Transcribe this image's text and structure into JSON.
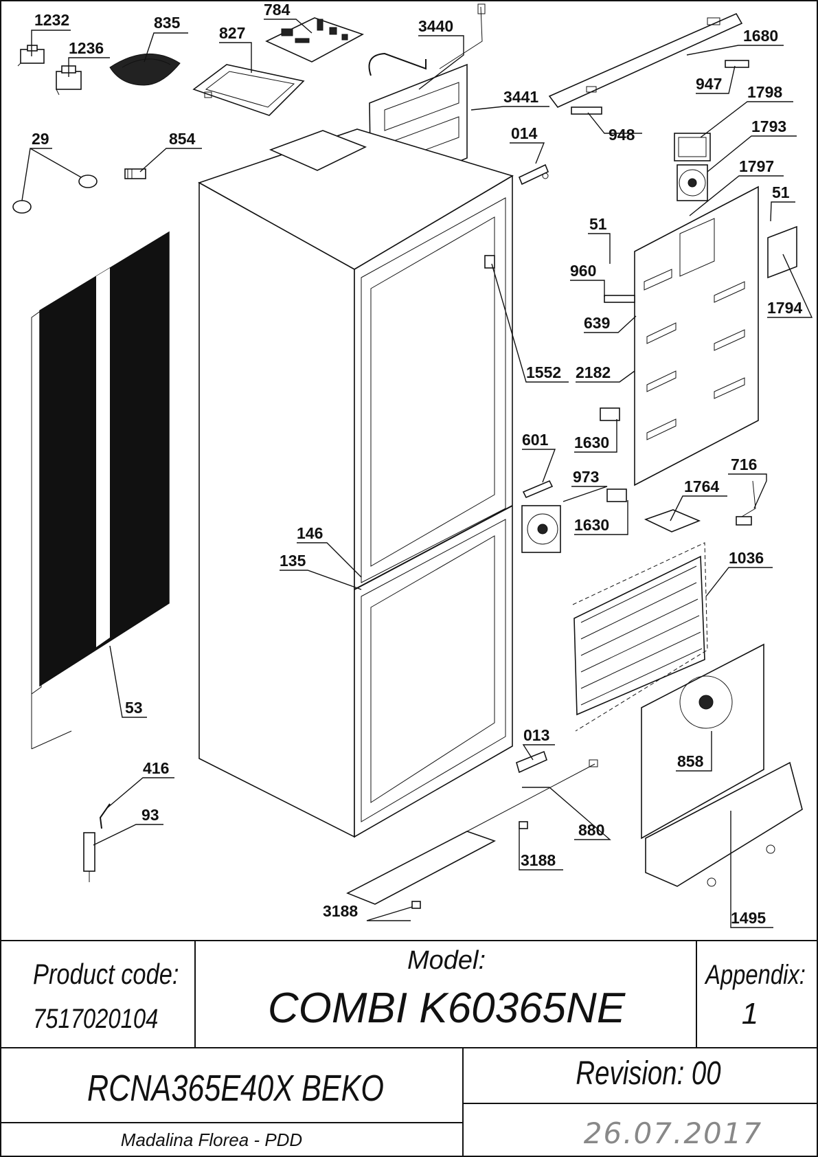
{
  "part_labels": {
    "p1232": "1232",
    "p1236": "1236",
    "p835": "835",
    "p827": "827",
    "p784": "784",
    "p3440": "3440",
    "p1680": "1680",
    "p947": "947",
    "p1798": "1798",
    "p3441": "3441",
    "p948": "948",
    "p1793": "1793",
    "p014": "014",
    "p29": "29",
    "p854": "854",
    "p1797": "1797",
    "p51a": "51",
    "p51b": "51",
    "p960": "960",
    "p1794": "1794",
    "p639": "639",
    "p1552": "1552",
    "p2182": "2182",
    "p1630a": "1630",
    "p601": "601",
    "p716": "716",
    "p973": "973",
    "p1764": "1764",
    "p1630b": "1630",
    "p146": "146",
    "p1036": "1036",
    "p135": "135",
    "p53": "53",
    "p013": "013",
    "p858": "858",
    "p416": "416",
    "p93": "93",
    "p880": "880",
    "p3188a": "3188",
    "p3188b": "3188",
    "p1495": "1495"
  },
  "title_block": {
    "product_code_label": "Product code:",
    "product_code_value": "7517020104",
    "model_label": "Model:",
    "model_value": "COMBI K60365NE",
    "appendix_label": "Appendix:",
    "appendix_value": "1",
    "product_name": "RCNA365E40X BEKO",
    "revision": "Revision: 00",
    "author": "Madalina Florea - PDD",
    "date": "26.07.2017"
  }
}
